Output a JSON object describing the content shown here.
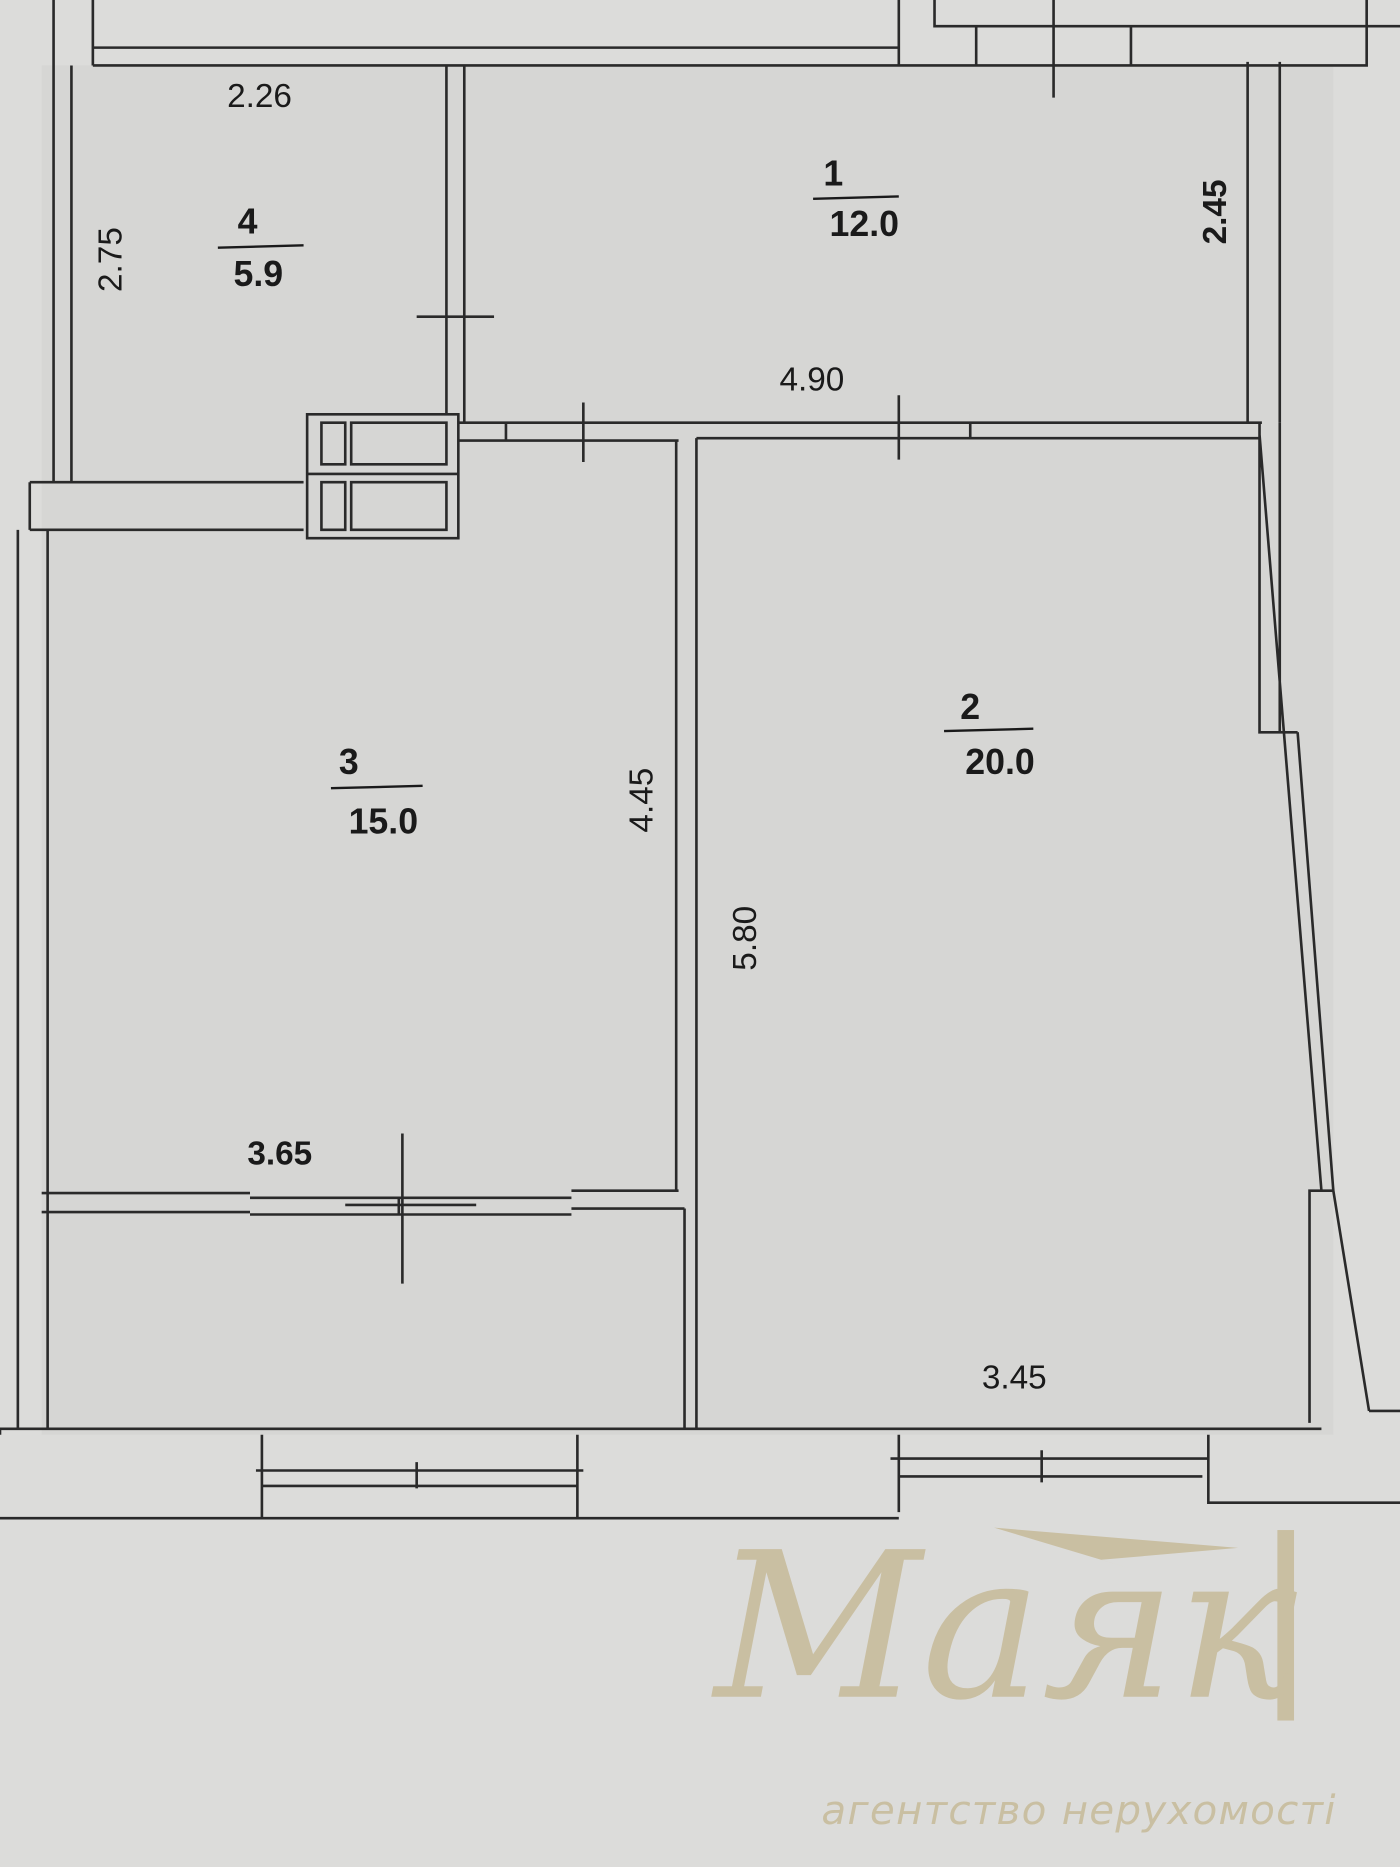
{
  "rooms": [
    {
      "number": "1",
      "area": "12.0"
    },
    {
      "number": "2",
      "area": "20.0"
    },
    {
      "number": "3",
      "area": "15.0"
    },
    {
      "number": "4",
      "area": "5.9"
    }
  ],
  "dimensions": {
    "room4_width": "2.26",
    "room4_height": "2.75",
    "room1_width": "4.90",
    "room1_height": "2.45",
    "room3_height": "4.45",
    "room3_width": "3.65",
    "room2_height": "5.80",
    "room2_width": "3.45"
  },
  "logo": {
    "name": "Маяк",
    "tagline": "агентство нерухомості",
    "color": "#c8bc9c"
  }
}
